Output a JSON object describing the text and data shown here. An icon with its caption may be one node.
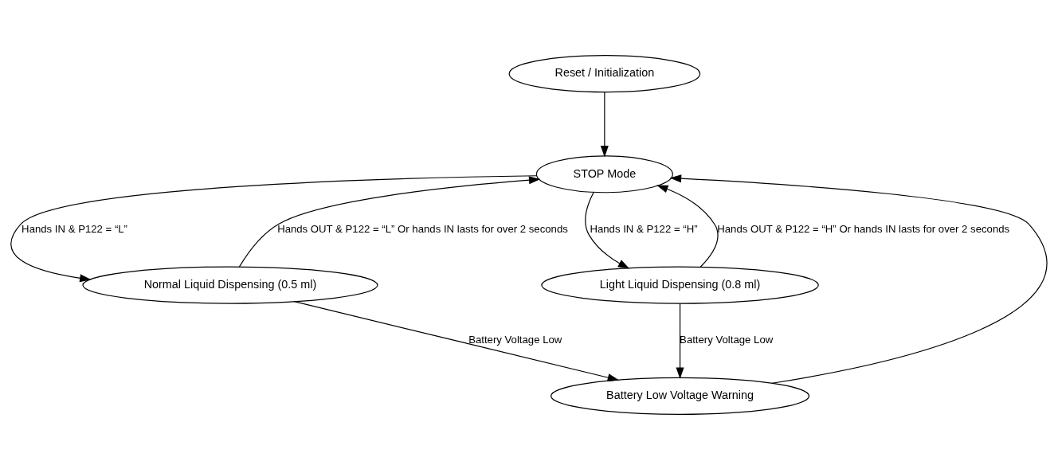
{
  "diagram": {
    "nodes": [
      {
        "text": [
          "Reset / Initialization"
        ]
      },
      {
        "text": [
          "Normal Liquid Dispensing (0.5 ml)"
        ]
      },
      {
        "text": [
          "STOP Mode"
        ]
      },
      {
        "text": [
          "Light Liquid Dispensing (0.8 ml)"
        ]
      },
      {
        "text": [
          "Battery Low Voltage Warning"
        ]
      }
    ],
    "edges": [
      {
        "from": 0,
        "to": 2,
        "arrow": "to"
      },
      {
        "from": 2,
        "to": 1,
        "arrow": "to",
        "label": "Hands IN & P122 = “L”"
      },
      {
        "from": 2,
        "to": 3,
        "arrow": "to",
        "label": "Hands IN & P122 = “H”"
      },
      {
        "from": 1,
        "to": 2,
        "arrow": "to",
        "label": "Hands OUT & P122 = “L” Or hands IN lasts for over 2 seconds"
      },
      {
        "from": 3,
        "to": 2,
        "arrow": "to",
        "label": "Hands OUT & P122 = “H” Or hands IN lasts for over 2 seconds"
      },
      {
        "from": 1,
        "to": 4,
        "arrow": "to",
        "label": "Battery Voltage Low"
      },
      {
        "from": 3,
        "to": 4,
        "arrow": "to",
        "label": "Battery Voltage Low"
      },
      {
        "from": 4,
        "to": 2,
        "arrow": "to"
      }
    ]
  }
}
